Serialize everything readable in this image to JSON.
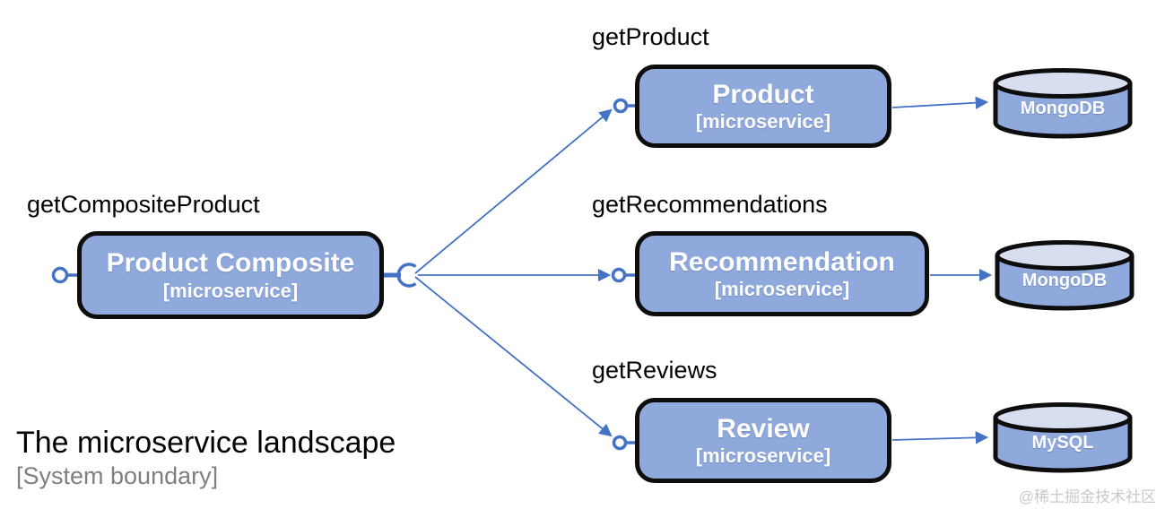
{
  "diagram": {
    "title": "The microservice landscape",
    "subtitle": "[System boundary]",
    "watermark": "@稀土掘金技术社区",
    "colors": {
      "node_fill": "#8FA9DC",
      "node_border": "#0D0D0D",
      "connector_blue": "#4472C4",
      "db_top_fill": "#D6DEF0",
      "label_black": "#000000",
      "subtitle_gray": "#7F7F7F"
    },
    "composite": {
      "operation": "getCompositeProduct",
      "name": "Product Composite",
      "stereotype": "[microservice]"
    },
    "services": [
      {
        "operation": "getProduct",
        "name": "Product",
        "stereotype": "[microservice]",
        "database": "MongoDB"
      },
      {
        "operation": "getRecommendations",
        "name": "Recommendation",
        "stereotype": "[microservice]",
        "database": "MongoDB"
      },
      {
        "operation": "getReviews",
        "name": "Review",
        "stereotype": "[microservice]",
        "database": "MySQL"
      }
    ]
  }
}
